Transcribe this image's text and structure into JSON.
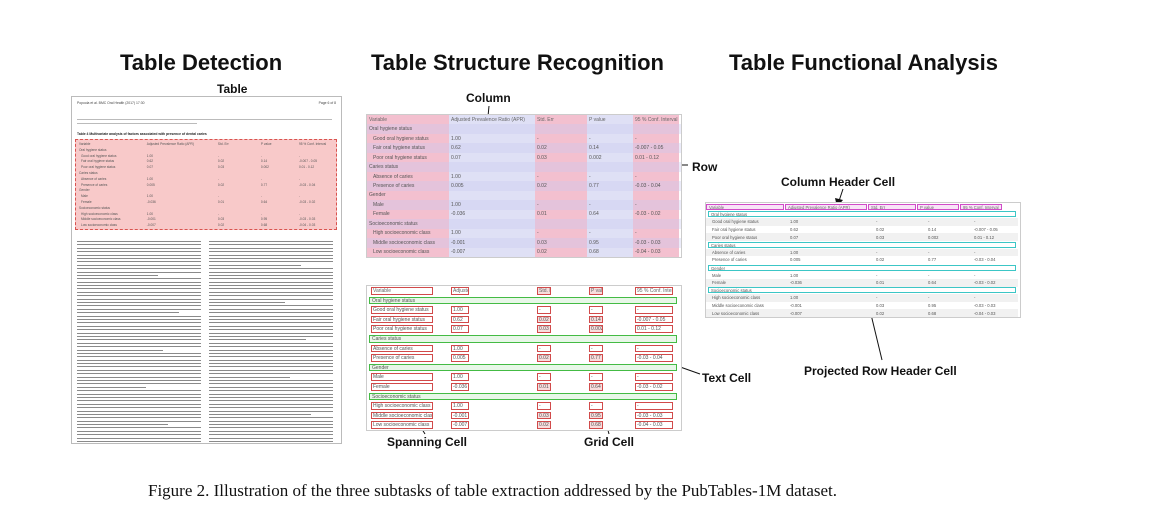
{
  "headings": {
    "detection": "Table Detection",
    "structure": "Table Structure Recognition",
    "functional": "Table Functional Analysis"
  },
  "labels": {
    "table": "Table",
    "column": "Column",
    "row": "Row",
    "text_cell": "Text Cell",
    "spanning_cell": "Spanning Cell",
    "grid_cell": "Grid Cell",
    "column_header_cell": "Column Header Cell",
    "projected_row_header_cell": "Projected Row Header Cell"
  },
  "caption": "Figure 2. Illustration of the three subtasks of table extraction addressed by the PubTables-1M dataset.",
  "page_header_left": "Popoola et al. BMC Oral Health (2017) 17:30",
  "page_header_right": "Page 6 of 8",
  "table_title": "Table 4 Multivariate analysis of factors associated with presence of dental caries",
  "table": {
    "headers": [
      "Variable",
      "Adjusted Prevalence Ratio (APR)",
      "Std. Err",
      "P value",
      "95 % Conf. Interval"
    ],
    "rows": [
      {
        "kind": "section",
        "cells": [
          "Oral hygiene status"
        ]
      },
      {
        "kind": "data",
        "cells": [
          "Good oral hygiene status",
          "1.00",
          "-",
          "-",
          "-"
        ]
      },
      {
        "kind": "data",
        "cells": [
          "Fair oral hygiene status",
          "0.62",
          "0.02",
          "0.14",
          "-0.007 - 0.05"
        ]
      },
      {
        "kind": "data",
        "cells": [
          "Poor oral hygiene status",
          "0.07",
          "0.03",
          "0.002",
          "0.01 - 0.12"
        ]
      },
      {
        "kind": "section",
        "cells": [
          "Caries status"
        ]
      },
      {
        "kind": "data",
        "cells": [
          "Absence of caries",
          "1.00",
          "-",
          "-",
          "-"
        ]
      },
      {
        "kind": "data",
        "cells": [
          "Presence of caries",
          "0.005",
          "0.02",
          "0.77",
          "-0.03 - 0.04"
        ]
      },
      {
        "kind": "section",
        "cells": [
          "Gender"
        ]
      },
      {
        "kind": "data",
        "cells": [
          "Male",
          "1.00",
          "-",
          "-",
          "-"
        ]
      },
      {
        "kind": "data",
        "cells": [
          "Female",
          "-0.036",
          "0.01",
          "0.64",
          "-0.03 - 0.02"
        ]
      },
      {
        "kind": "section",
        "cells": [
          "Socioeconomic status"
        ]
      },
      {
        "kind": "data",
        "cells": [
          "High socioeconomic class",
          "1.00",
          "-",
          "-",
          "-"
        ]
      },
      {
        "kind": "data",
        "cells": [
          "Middle socioeconomic class",
          "-0.001",
          "0.03",
          "0.95",
          "-0.03 - 0.03"
        ]
      },
      {
        "kind": "data",
        "cells": [
          "Low socioeconomic class",
          "-0.007",
          "0.02",
          "0.68",
          "-0.04 - 0.03"
        ]
      }
    ]
  },
  "colors": {
    "table_highlight": "#f8c9c9",
    "table_border": "#d9534f",
    "column_pink": "#f3c0cf",
    "column_lavender": "#dfe0f5",
    "green": "#44bb44",
    "red_cell": "#d14a4a",
    "magenta": "#d04cc8",
    "cyan": "#3cc6c6"
  }
}
